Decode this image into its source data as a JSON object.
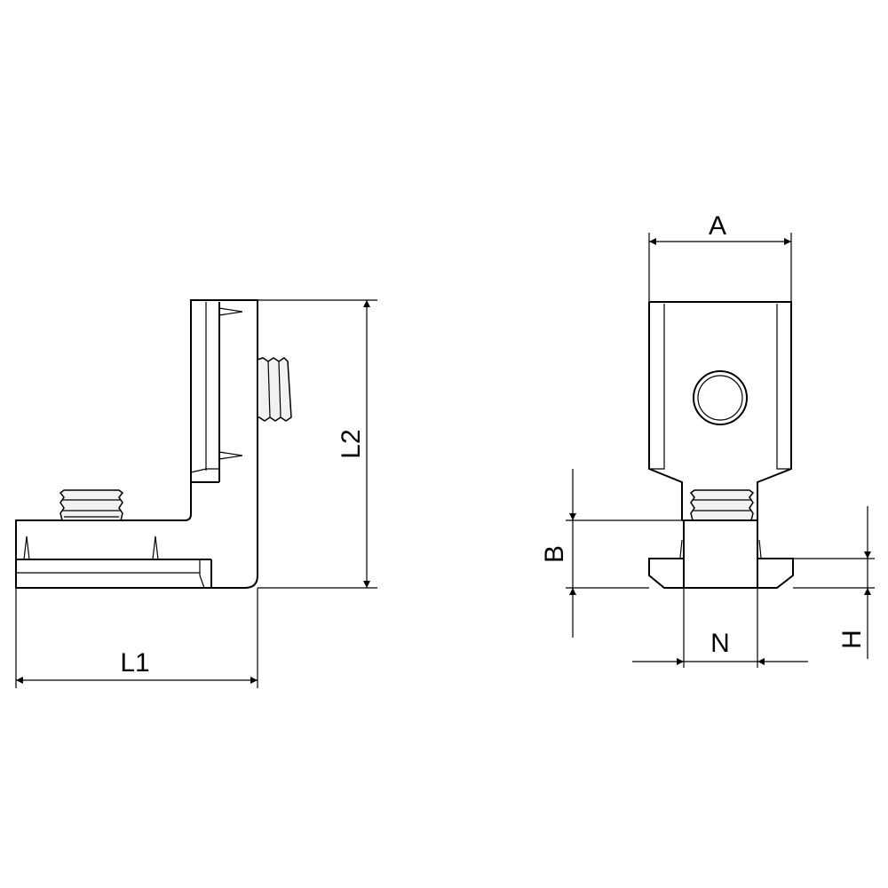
{
  "drawing": {
    "side_view": {
      "dim_length_1": "L1",
      "dim_length_2": "L2"
    },
    "front_view": {
      "dim_width": "A",
      "dim_height_total": "B",
      "dim_foot_height": "H",
      "dim_neck_width": "N"
    }
  }
}
